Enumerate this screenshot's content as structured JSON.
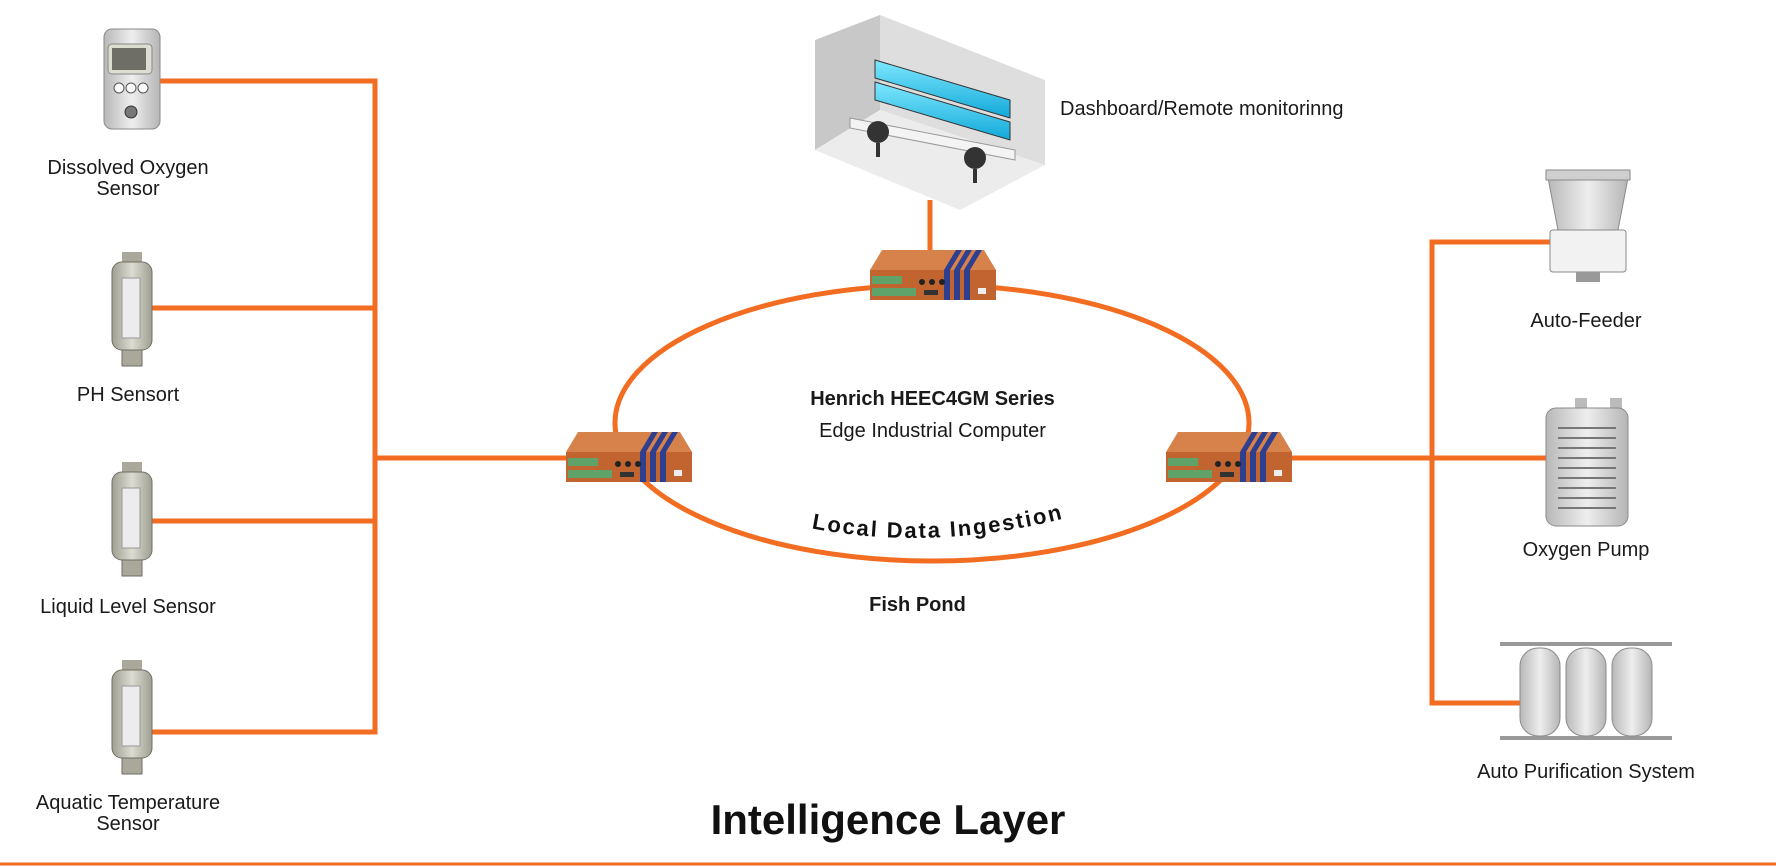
{
  "diagram": {
    "title": "Intelligence Layer",
    "accent_color": "#f26d21",
    "sensors": [
      {
        "label": "Dissolved Oxygen\nSensor",
        "icon": "dissolved-oxygen-sensor-icon"
      },
      {
        "label": "PH Sensort",
        "icon": "ph-sensor-icon"
      },
      {
        "label": "Liquid Level Sensor",
        "icon": "liquid-level-sensor-icon"
      },
      {
        "label": "Aquatic Temperature\nSensor",
        "icon": "aquatic-temperature-sensor-icon"
      }
    ],
    "actuators": [
      {
        "label": "Auto-Feeder",
        "icon": "auto-feeder-icon"
      },
      {
        "label": "Oxygen Pump",
        "icon": "oxygen-pump-icon"
      },
      {
        "label": "Auto Purification System",
        "icon": "purification-system-icon"
      }
    ],
    "dashboard": {
      "label": "Dashboard/Remote monitorinng",
      "icon": "control-room-icon"
    },
    "computer": {
      "name": "Henrich HEEC4GM Series",
      "description": "Edge Industrial Computer",
      "icon": "edge-computer-icon"
    },
    "ring_label": "Local Data Ingestion",
    "pond_label": "Fish Pond"
  }
}
